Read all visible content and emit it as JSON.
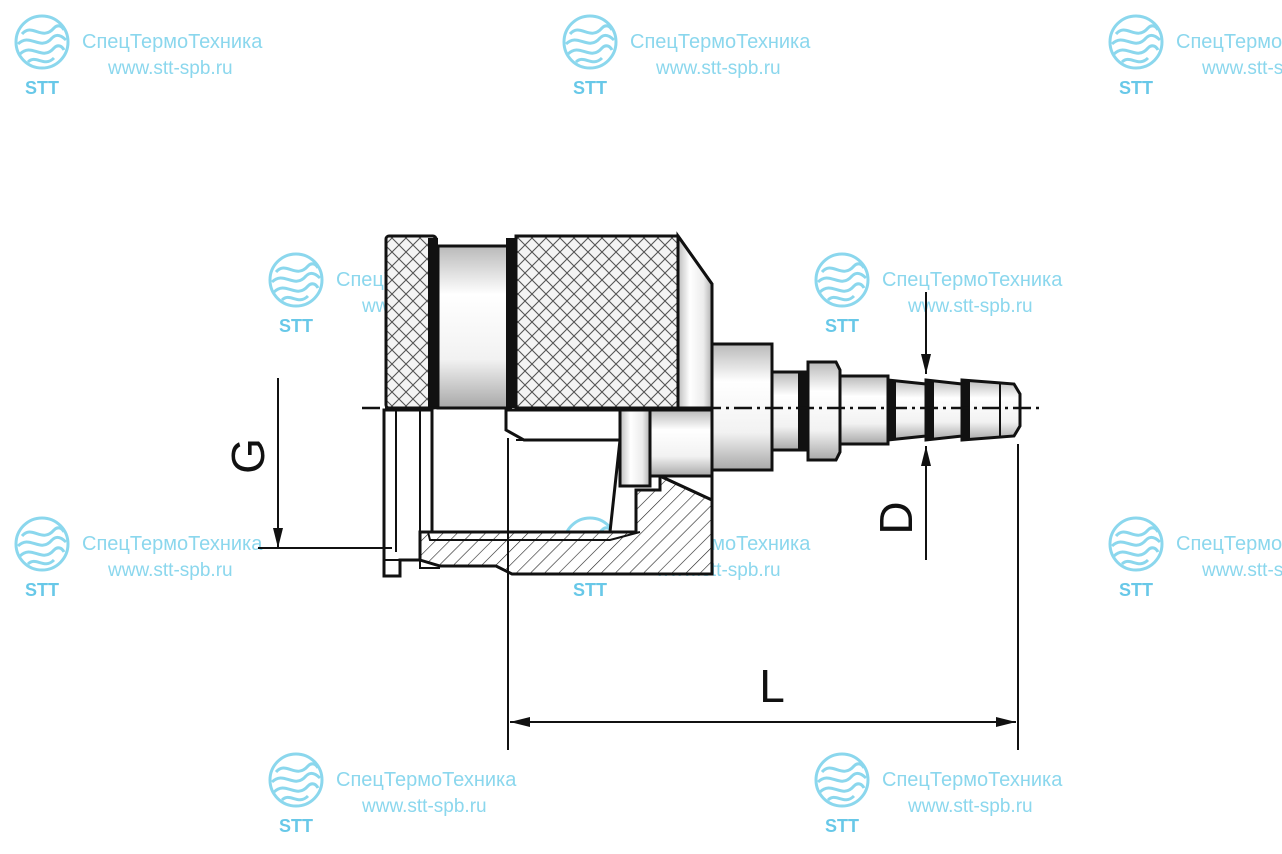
{
  "watermark": {
    "name": "СпецТермоТехника",
    "url": "www.stt-spb.ru",
    "logo": "STT",
    "color": "#7fd3ec",
    "icon": "wave-globe-icon"
  },
  "dimensions": {
    "g_label": "G",
    "d_label": "D",
    "l_label": "L"
  },
  "colors": {
    "outline": "#111111",
    "metal_light": "#ffffff",
    "metal_dark": "#c8c8c8",
    "hatch": "#222222"
  }
}
